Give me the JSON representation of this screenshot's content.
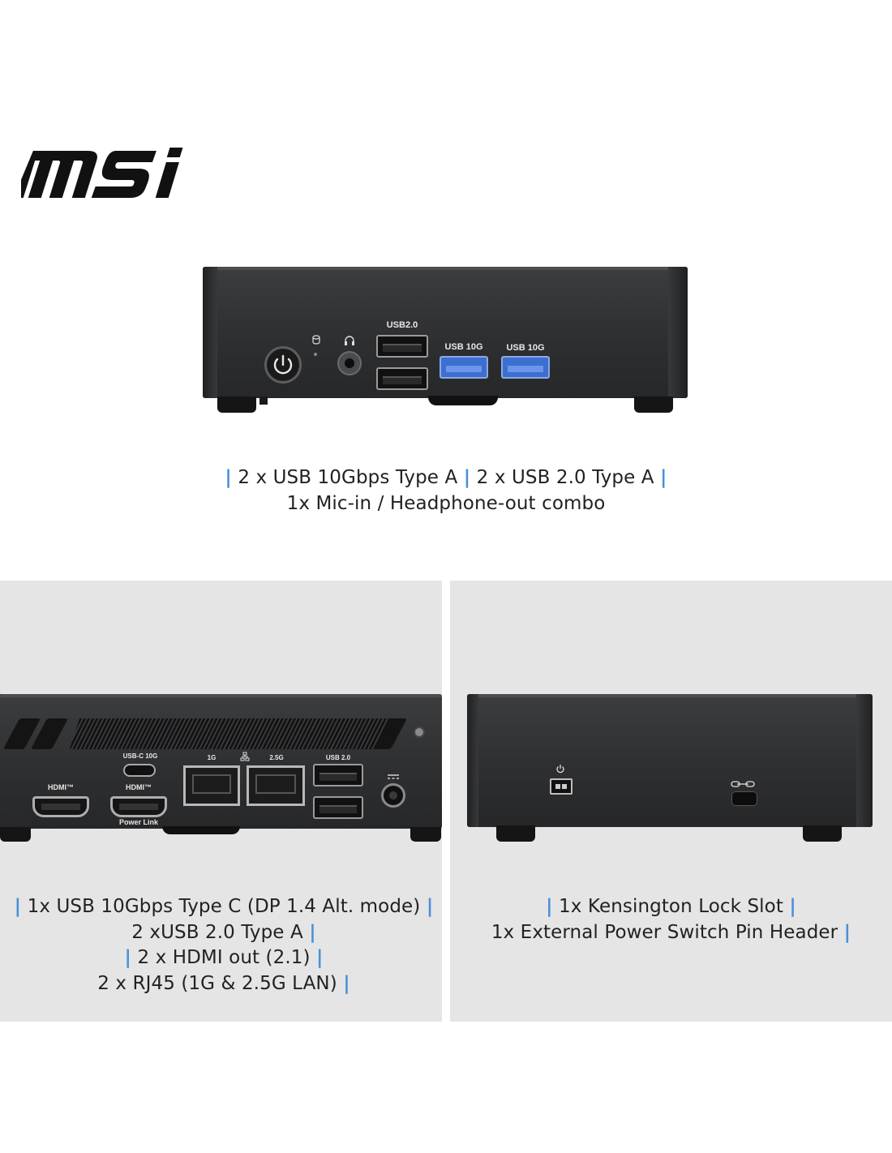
{
  "brand": {
    "logo_text": "msi"
  },
  "front_view": {
    "port_labels": {
      "usb2": "USB2.0",
      "usb10g_1": "USB 10G",
      "usb10g_2": "USB 10G"
    },
    "icons": [
      "power-button-icon",
      "hdd-led-icon",
      "headphone-icon"
    ]
  },
  "front_caption": {
    "line1": "2 x USB 10Gbps Type A",
    "line1_mid": "2 x USB 2.0 Type A",
    "line2": "1x Mic-in / Headphone-out combo"
  },
  "rear_view": {
    "port_labels": {
      "typec": "USB-C 10G",
      "hdmi_left": "HDMI™",
      "hdmi_right": "HDMI™",
      "power_link": "Power Link",
      "lan_1g": "1G",
      "lan_25g": "2.5G",
      "usb2": "USB 2.0"
    }
  },
  "rear_caption": {
    "line1": "1x USB 10Gbps Type C (DP 1.4 Alt. mode)",
    "line2": "2 xUSB 2.0 Type A",
    "line3": "2 x HDMI out (2.1)",
    "line4": "2 x RJ45 (1G & 2.5G LAN)"
  },
  "side_caption": {
    "line1": "1x Kensington Lock Slot",
    "line2": "1x External Power Switch Pin Header"
  },
  "colors": {
    "accent_bar": "#4a90d9",
    "panel_bg": "#e5e5e5",
    "usb3_blue": "#3b6fd0"
  }
}
